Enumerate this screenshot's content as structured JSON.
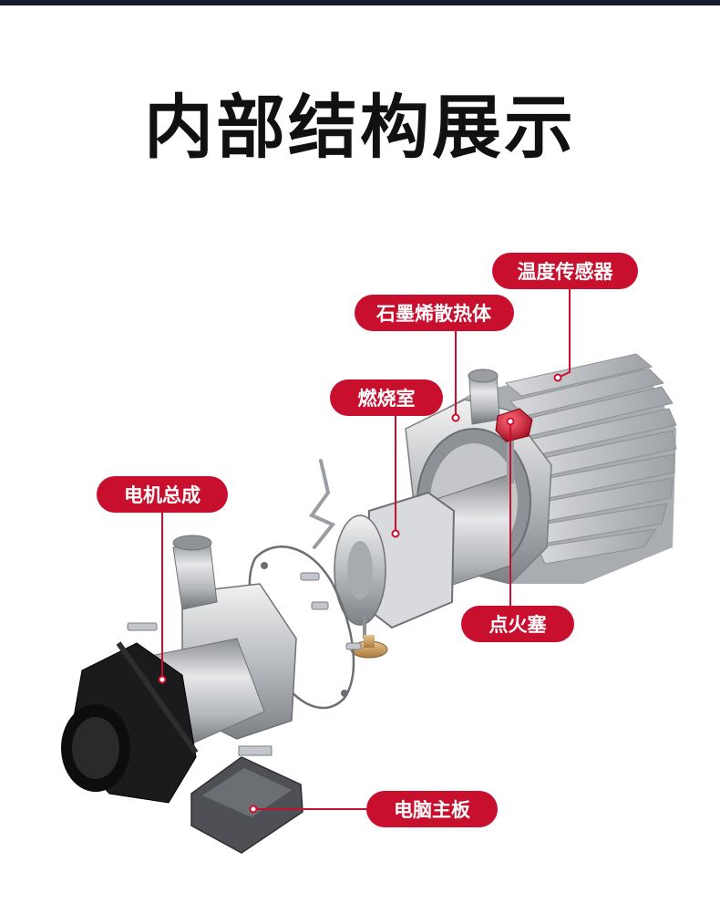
{
  "title": "内部结构展示",
  "colors": {
    "accent": "#c8102e",
    "top_bar": "#151a2c",
    "title": "#111111"
  },
  "labels": {
    "temperature_sensor": "温度传感器",
    "graphene_heatsink": "石墨烯散热体",
    "combustion_chamber": "燃烧室",
    "motor_assembly": "电机总成",
    "glow_plug": "点火塞",
    "control_board": "电脑主板"
  }
}
